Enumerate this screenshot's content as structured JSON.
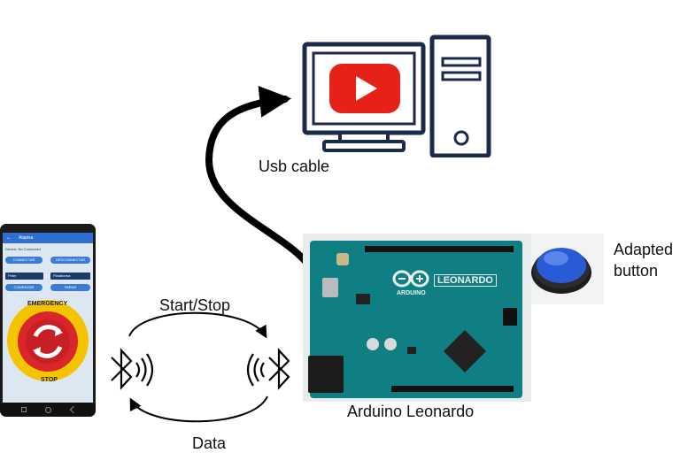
{
  "labels": {
    "usb_cable": "Usb cable",
    "adapted_button": [
      "Adapted",
      "button"
    ],
    "start_stop": "Start/Stop",
    "data": "Data",
    "arduino_leonardo": "Arduino Leonardo"
  },
  "phone_screen": {
    "app_title": "Alapisa",
    "device_text": "Device:  No Connected",
    "connect_button": "CONNECTAR",
    "disconnect_button": "DESCONNECTAR",
    "user_select": "Peter",
    "platform_select": "Plataforma",
    "start_button": "COMENZAR",
    "stop_button": "PARAR",
    "emergency_top": "EMERGENCY",
    "emergency_bottom": "STOP"
  },
  "board_text": {
    "brand_name": "LEONARDO",
    "arduino_word": "ARDUINO"
  },
  "colors": {
    "youtube_red": "#e62117",
    "monitor_navy": "#1b2a4a",
    "pcb_teal": "#0f7f83",
    "button_blue": "#2a5bd7",
    "emergency_yellow": "#f5c400",
    "emergency_red": "#d9262b"
  }
}
